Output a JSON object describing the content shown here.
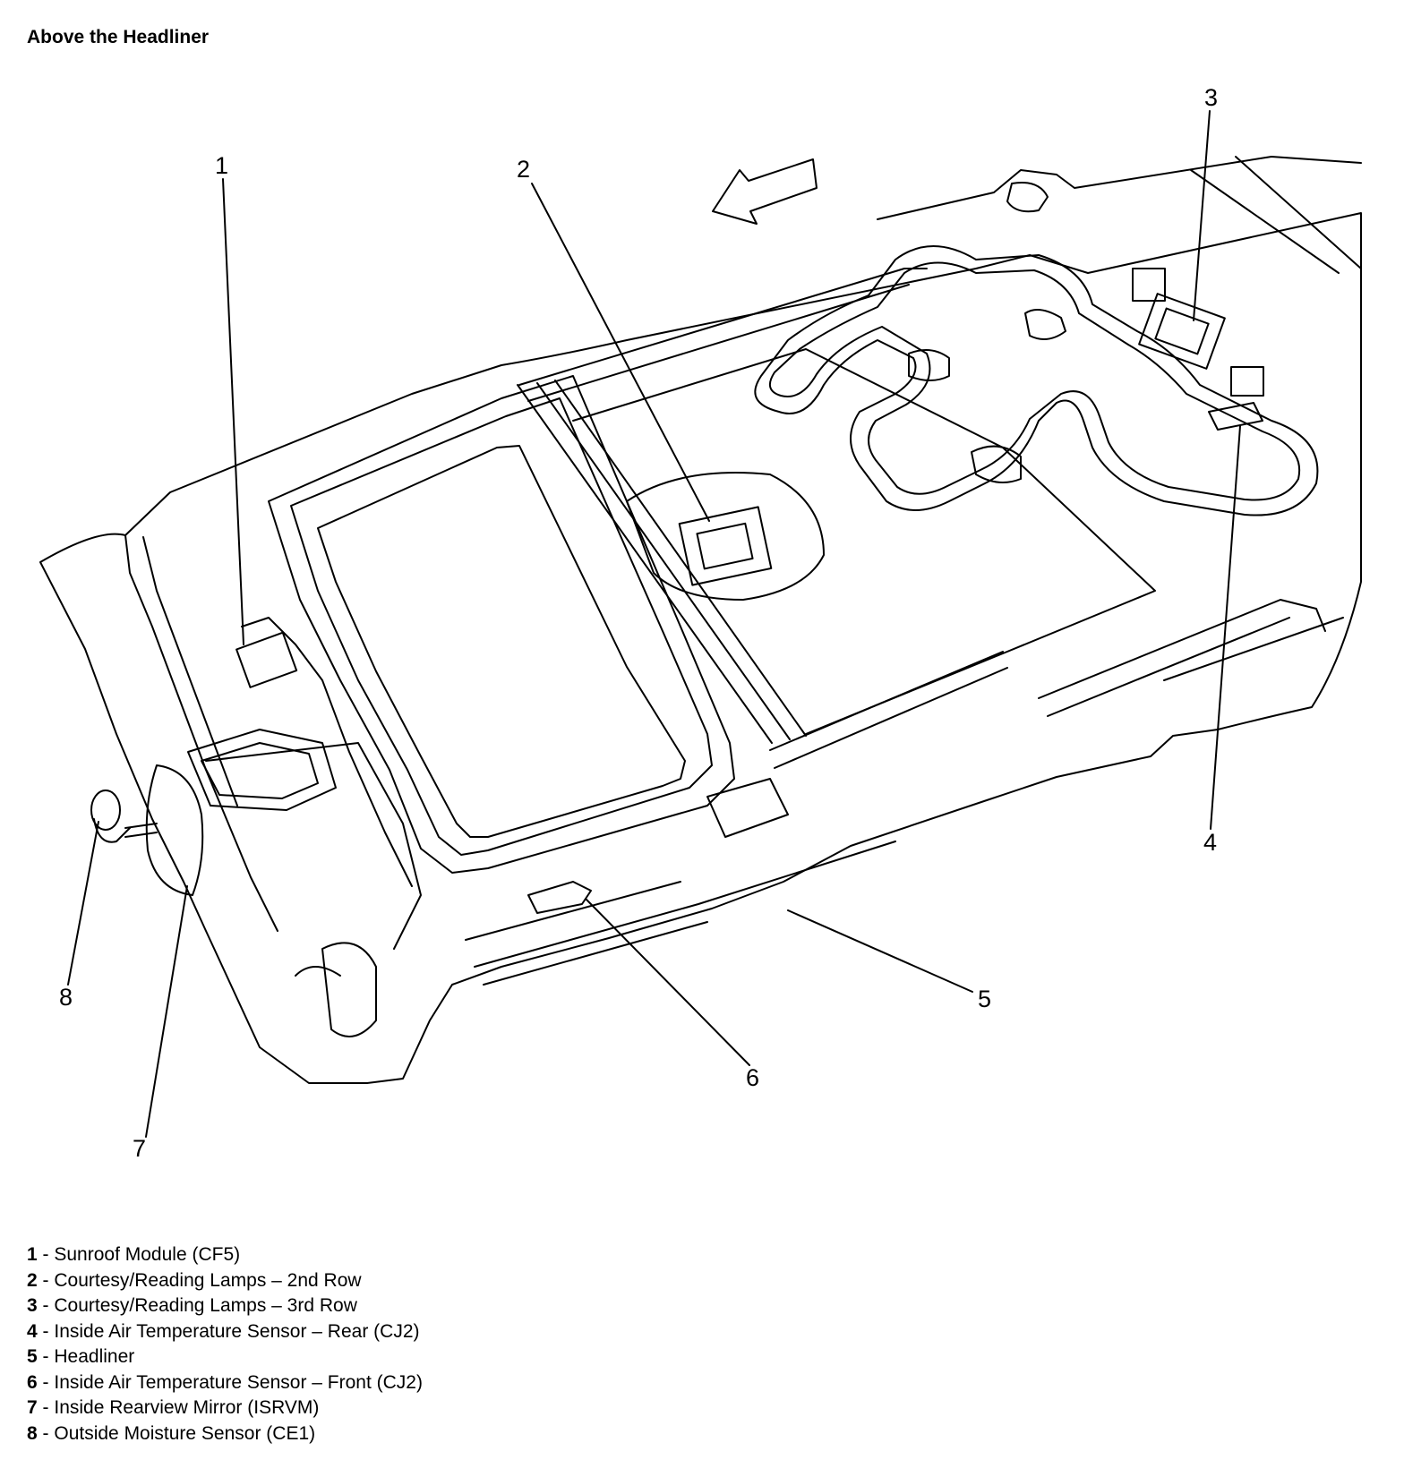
{
  "page": {
    "title": "Above the Headliner"
  },
  "diagram": {
    "callouts": [
      {
        "number": "1",
        "target": "Sunroof Module (CF5)"
      },
      {
        "number": "2",
        "target": "Courtesy/Reading Lamps – 2nd Row"
      },
      {
        "number": "3",
        "target": "Courtesy/Reading Lamps – 3rd Row"
      },
      {
        "number": "4",
        "target": "Inside Air Temperature Sensor – Rear (CJ2)"
      },
      {
        "number": "5",
        "target": "Headliner"
      },
      {
        "number": "6",
        "target": "Inside Air Temperature Sensor – Front (CJ2)"
      },
      {
        "number": "7",
        "target": "Inside Rearview Mirror (ISRVM)"
      },
      {
        "number": "8",
        "target": "Outside Moisture Sensor (CE1)"
      }
    ]
  },
  "legend": {
    "items": [
      {
        "number": "1",
        "separator": " - ",
        "text": "Sunroof Module (CF5)"
      },
      {
        "number": "2",
        "separator": " - ",
        "text": "Courtesy/Reading Lamps – 2nd Row"
      },
      {
        "number": "3",
        "separator": " - ",
        "text": "Courtesy/Reading Lamps – 3rd Row"
      },
      {
        "number": "4",
        "separator": " - ",
        "text": "Inside Air Temperature Sensor – Rear (CJ2)"
      },
      {
        "number": "5",
        "separator": " - ",
        "text": "Headliner"
      },
      {
        "number": "6",
        "separator": " - ",
        "text": "Inside Air Temperature Sensor – Front (CJ2)"
      },
      {
        "number": "7",
        "separator": " - ",
        "text": "Inside Rearview Mirror (ISRVM)"
      },
      {
        "number": "8",
        "separator": " - ",
        "text": "Outside Moisture Sensor (CE1)"
      }
    ]
  }
}
